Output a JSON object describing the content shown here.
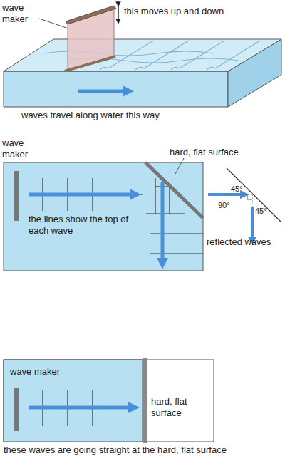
{
  "diagram": {
    "labels": [
      "wave maker",
      "this moves up and down",
      "waves travel along water this way",
      "wave maker",
      "hard, flat surface",
      "45°",
      "90°",
      "45°",
      "the lines show the top of each wave",
      "reflected waves",
      "wave maker",
      "hard, flat surface",
      "these waves are going straight at the hard, flat surface"
    ]
  }
}
